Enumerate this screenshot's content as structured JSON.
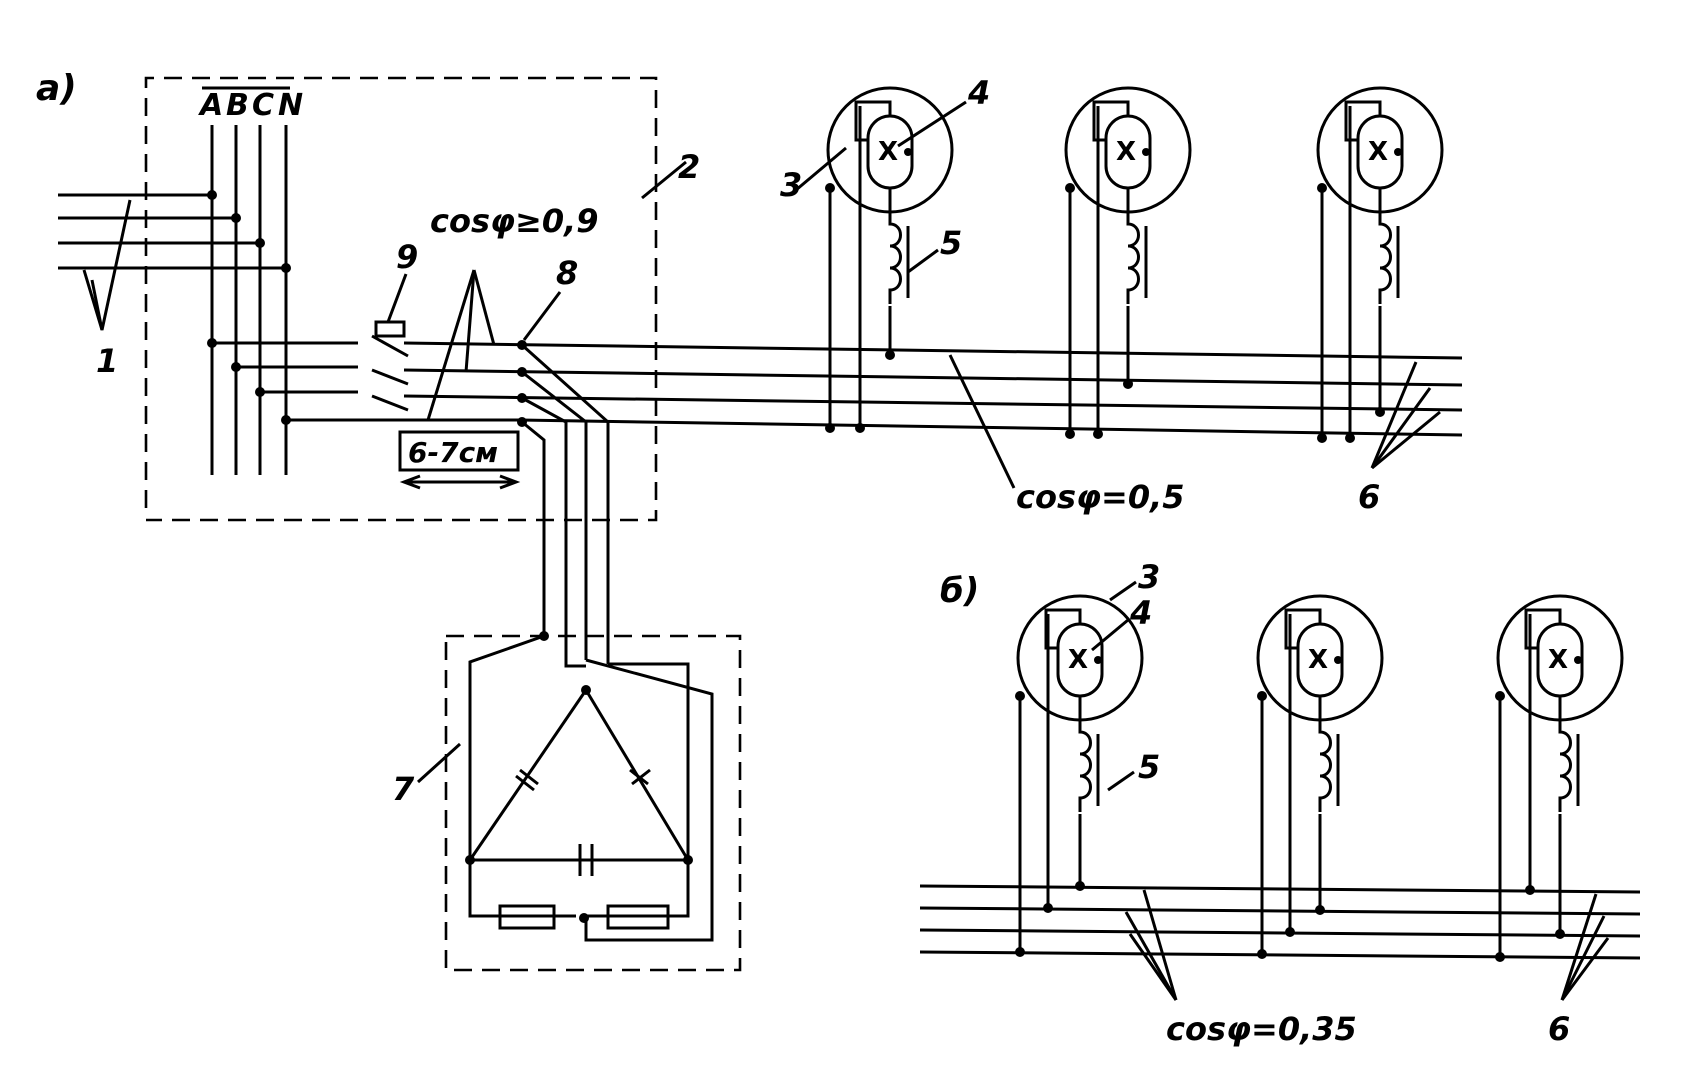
{
  "labels": {
    "panel_a": "а)",
    "panel_b": "б)",
    "bus_a": "A",
    "bus_b": "B",
    "bus_c": "C",
    "bus_n": "N",
    "ref_1": "1",
    "ref_2": "2",
    "ref_3a": "3",
    "ref_4a": "4",
    "ref_5a": "5",
    "ref_6a": "6",
    "ref_7": "7",
    "ref_8": "8",
    "ref_9": "9",
    "ref_3b": "3",
    "ref_4b": "4",
    "ref_5b": "5",
    "ref_6b": "6",
    "cos_panel": "cosφ≥0,9",
    "cos_line": "cosφ=0,5",
    "cos_b": "cosφ=0,35",
    "distance": "6-7см",
    "lamp_symbol": "X"
  },
  "colors": {
    "ink": "#000000",
    "paper": "#ffffff"
  }
}
